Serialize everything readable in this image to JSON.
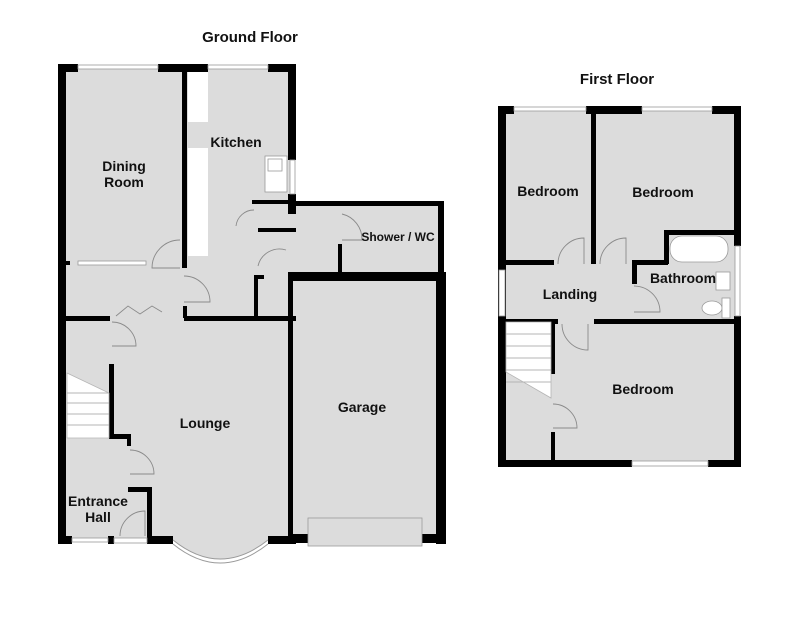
{
  "ground_floor": {
    "title": "Ground Floor",
    "rooms": {
      "dining_room_line1": "Dining",
      "dining_room_line2": "Room",
      "kitchen": "Kitchen",
      "shower_wc": "Shower / WC",
      "lounge": "Lounge",
      "garage": "Garage",
      "entrance_hall_line1": "Entrance",
      "entrance_hall_line2": "Hall"
    }
  },
  "first_floor": {
    "title": "First Floor",
    "rooms": {
      "bedroom_1": "Bedroom",
      "bedroom_2": "Bedroom",
      "bathroom": "Bathroom",
      "landing": "Landing",
      "bedroom_3": "Bedroom"
    }
  },
  "colors": {
    "room_fill": "#dcdcdc",
    "wall": "#000000",
    "background": "#ffffff"
  }
}
